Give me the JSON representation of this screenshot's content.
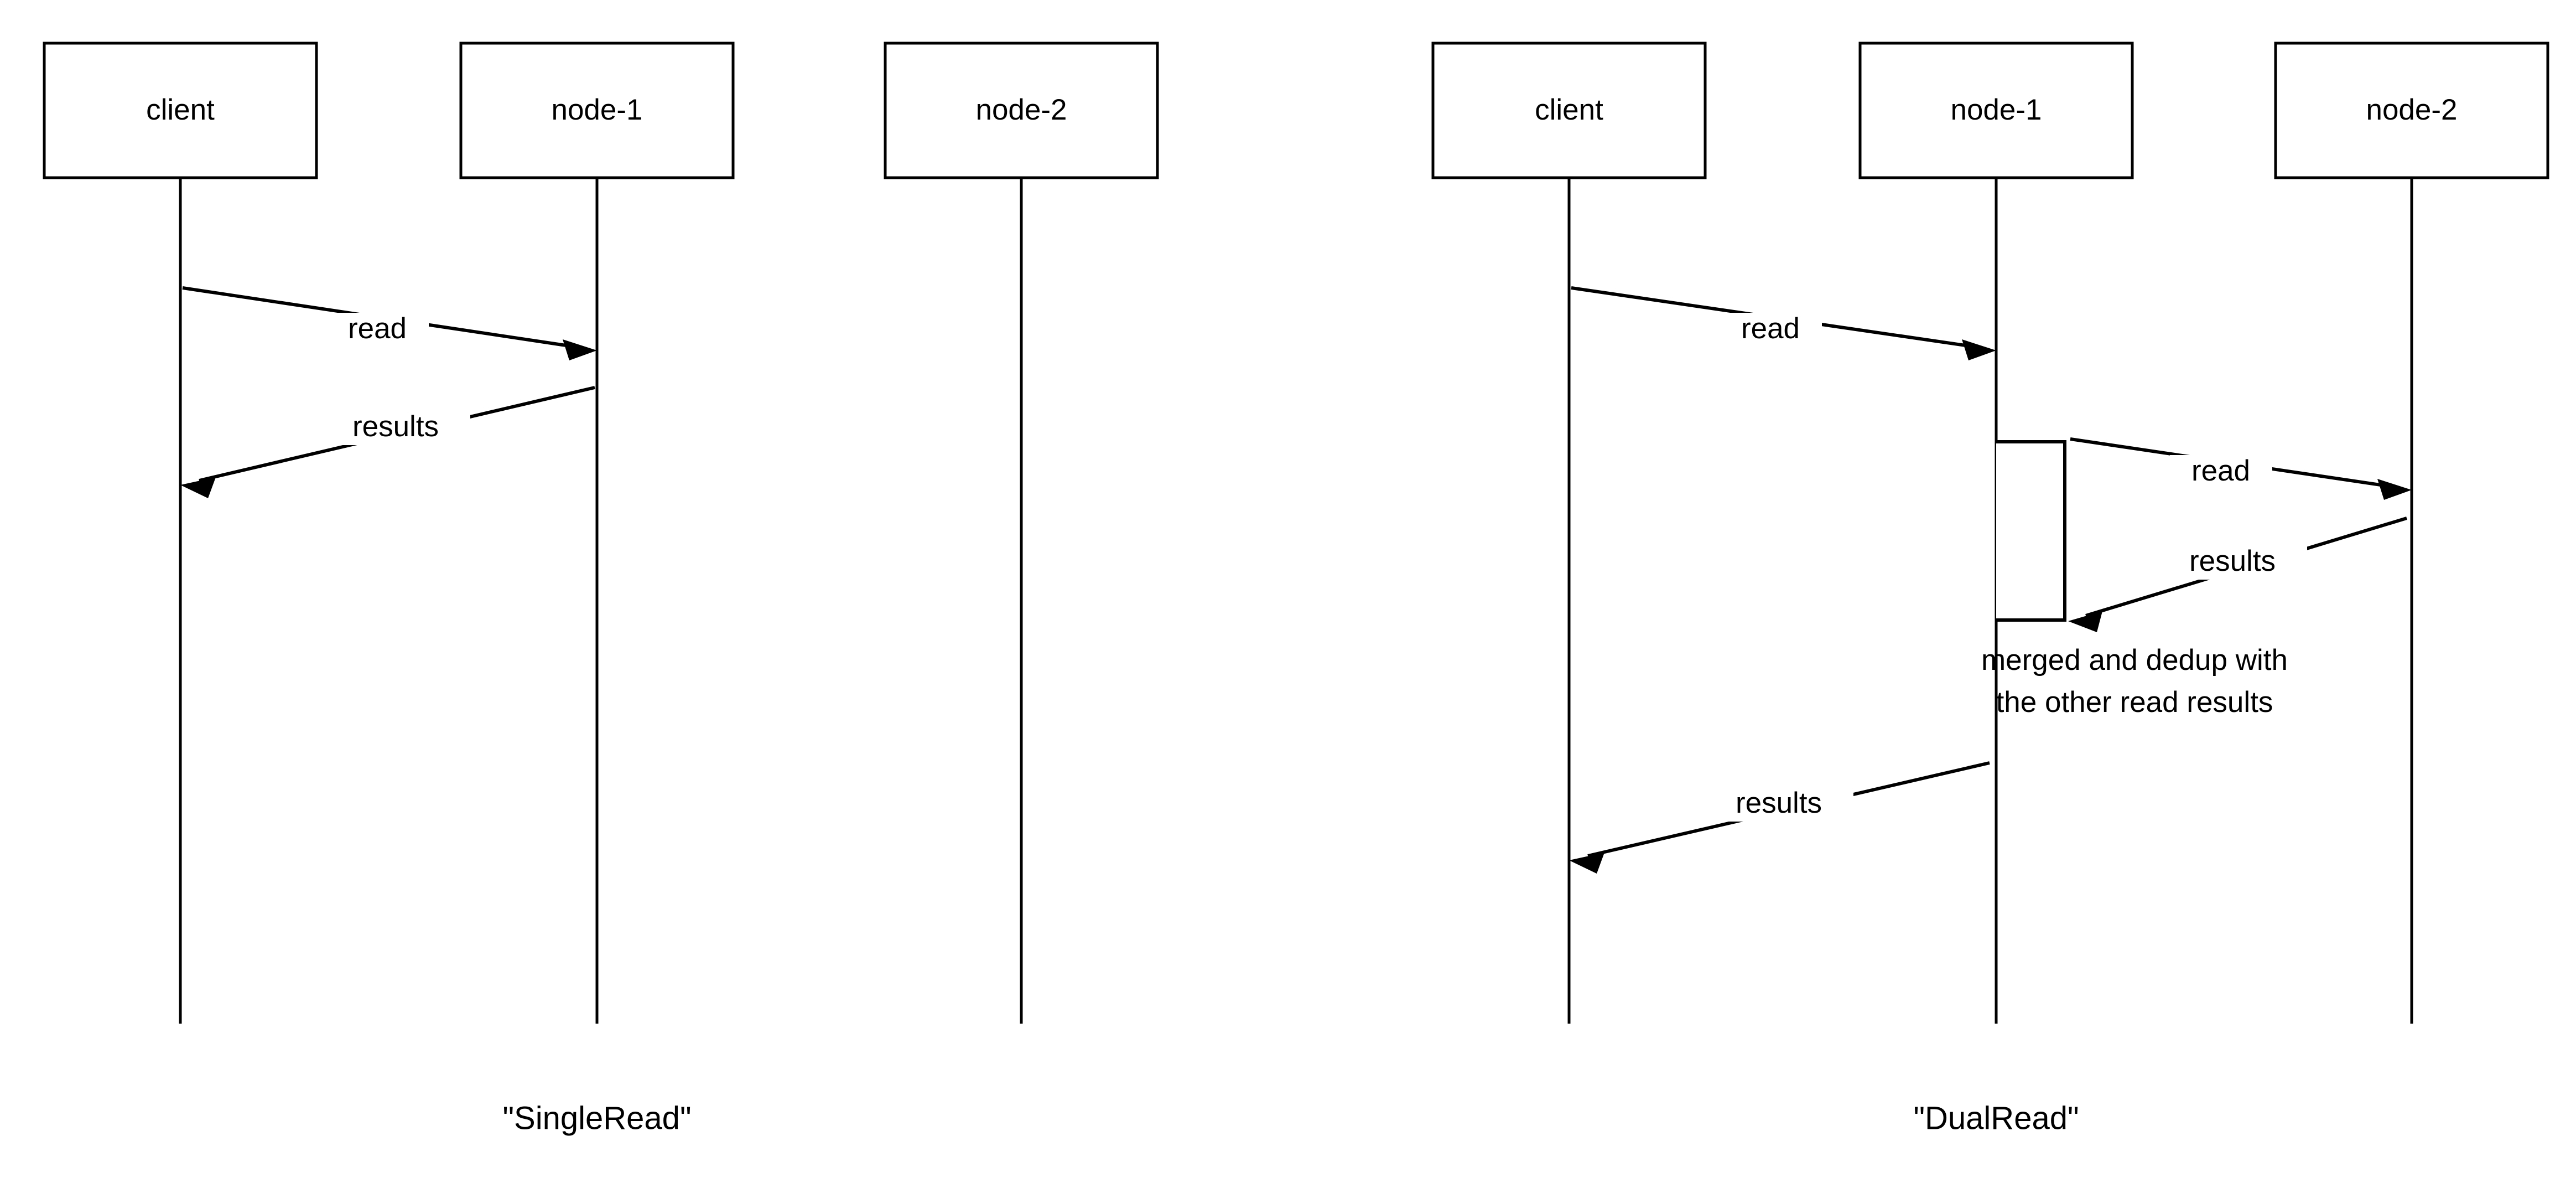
{
  "figure": {
    "background_color": "#ffffff",
    "stroke_color": "#000000",
    "panels": [
      {
        "id": "single-read",
        "caption": "\"SingleRead\"",
        "participants": [
          {
            "id": "client",
            "label": "client"
          },
          {
            "id": "node-1",
            "label": "node-1"
          },
          {
            "id": "node-2",
            "label": "node-2"
          }
        ],
        "messages": [
          {
            "id": "m1",
            "label": "read",
            "from": "client",
            "to": "node-1",
            "direction": "right"
          },
          {
            "id": "m2",
            "label": "results",
            "from": "node-1",
            "to": "client",
            "direction": "left"
          }
        ],
        "notes": [],
        "activations": []
      },
      {
        "id": "dual-read",
        "caption": "\"DualRead\"",
        "participants": [
          {
            "id": "client",
            "label": "client"
          },
          {
            "id": "node-1",
            "label": "node-1"
          },
          {
            "id": "node-2",
            "label": "node-2"
          }
        ],
        "messages": [
          {
            "id": "m1",
            "label": "read",
            "from": "client",
            "to": "node-1",
            "direction": "right"
          },
          {
            "id": "m2",
            "label": "read",
            "from": "node-1",
            "to": "node-2",
            "direction": "right"
          },
          {
            "id": "m3",
            "label": "results",
            "from": "node-2",
            "to": "node-1",
            "direction": "left"
          },
          {
            "id": "m4",
            "label": "results",
            "from": "node-1",
            "to": "client",
            "direction": "left"
          }
        ],
        "notes": [
          {
            "id": "n1",
            "lines": [
              "merged and dedup with",
              "the other read results"
            ],
            "attached_to": "node-1"
          }
        ],
        "activations": [
          {
            "id": "a1",
            "on": "node-1"
          }
        ]
      }
    ]
  },
  "left": {
    "caption": "\"SingleRead\"",
    "p1": "client",
    "p2": "node-1",
    "p3": "node-2",
    "msg_read": "read",
    "msg_results": "results"
  },
  "right": {
    "caption": "\"DualRead\"",
    "p1": "client",
    "p2": "node-1",
    "p3": "node-2",
    "msg_read_1": "read",
    "msg_read_2": "read",
    "msg_results_1": "results",
    "msg_results_2": "results",
    "note_line_1": "merged and dedup with",
    "note_line_2": "the other read results"
  }
}
